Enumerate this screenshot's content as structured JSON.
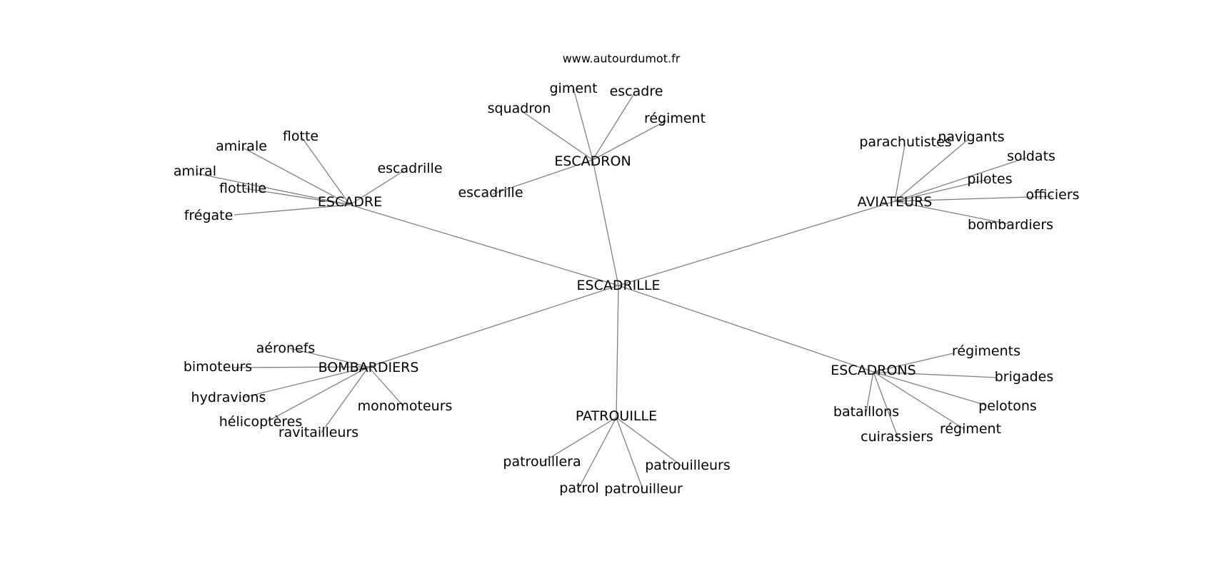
{
  "watermark": "www.autourdumot.fr",
  "colors": {
    "edge": "#808080",
    "text": "#000000",
    "background": "#ffffff"
  },
  "graph": {
    "center": "ESCADRILLE",
    "clusters": [
      {
        "hub": "ESCADRE",
        "leaves": [
          "amirale",
          "flotte",
          "amiral",
          "flottille",
          "frégate",
          "escadrille"
        ]
      },
      {
        "hub": "ESCADRON",
        "leaves": [
          "giment",
          "escadre",
          "squadron",
          "régiment",
          "escadrille"
        ]
      },
      {
        "hub": "AVIATEURS",
        "leaves": [
          "parachutistes",
          "navigants",
          "soldats",
          "pilotes",
          "officiers",
          "bombardiers"
        ]
      },
      {
        "hub": "BOMBARDIERS",
        "leaves": [
          "aéronefs",
          "bimoteurs",
          "hydravions",
          "hélicoptères",
          "ravitailleurs",
          "monomoteurs"
        ]
      },
      {
        "hub": "PATROUILLE",
        "leaves": [
          "patrouillera",
          "patrol",
          "patrouilleur",
          "patrouilleurs"
        ]
      },
      {
        "hub": "ESCADRONS",
        "leaves": [
          "régiments",
          "brigades",
          "pelotons",
          "régiment",
          "cuirassiers",
          "bataillons"
        ]
      }
    ]
  }
}
